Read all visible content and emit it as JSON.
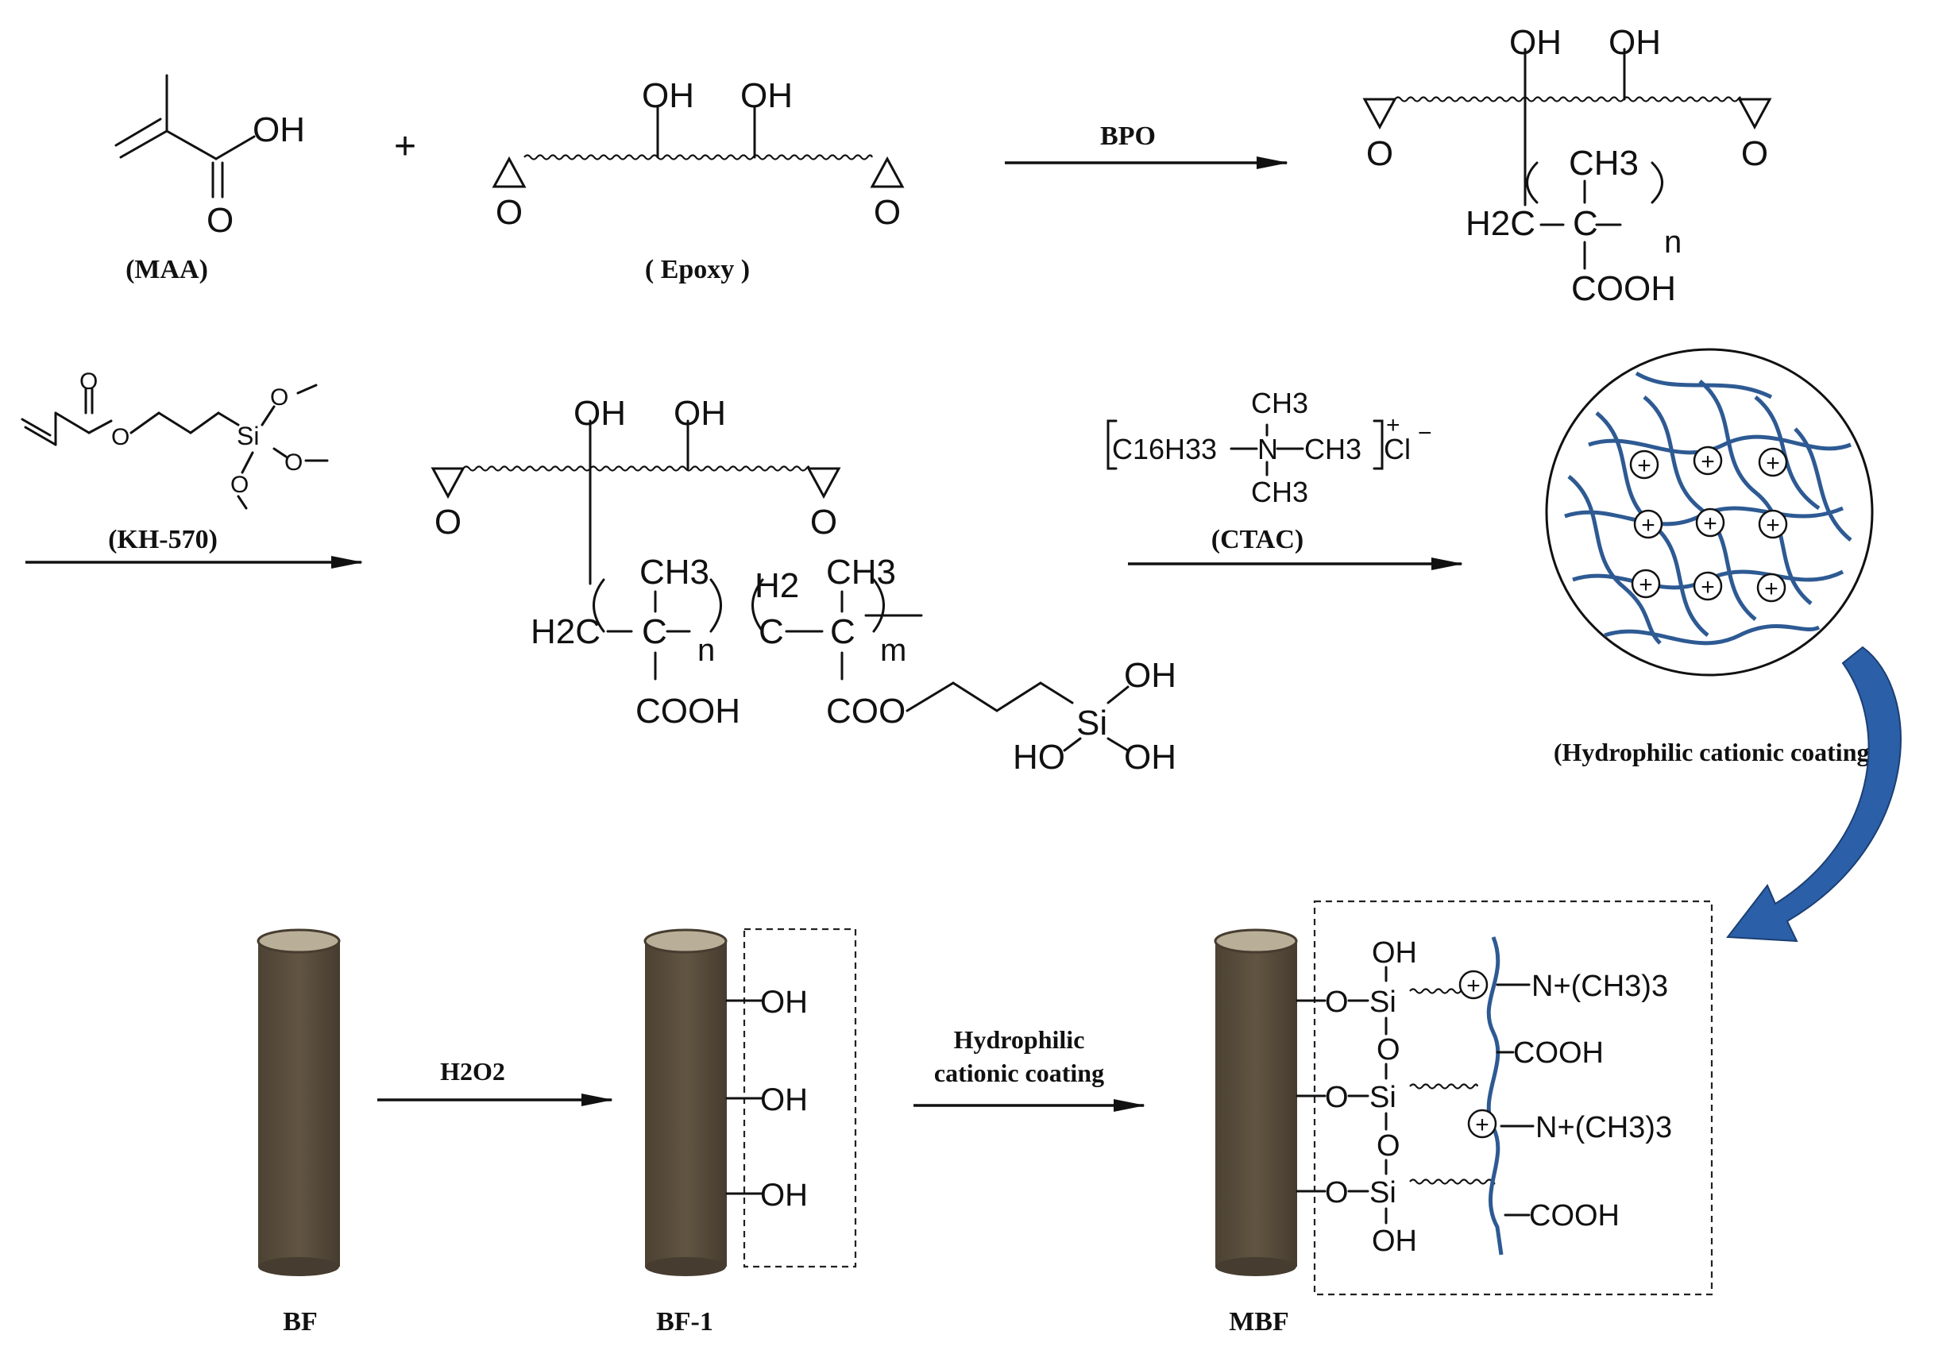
{
  "row1": {
    "maa": {
      "label": "(MAA)",
      "oh": "OH",
      "o": "O"
    },
    "plus": "+",
    "epoxy": {
      "label": "( Epoxy )",
      "oh1": "OH",
      "oh2": "OH",
      "o1": "O",
      "o2": "O"
    },
    "bpo_arrow": "BPO",
    "product1": {
      "oh1": "OH",
      "oh2": "OH",
      "o1": "O",
      "o2": "O",
      "ch3": "CH3",
      "h2c": "H2C",
      "c": "C",
      "n": "n",
      "cooh": "COOH"
    }
  },
  "row2": {
    "kh570": {
      "label": "(KH-570)",
      "o": "O",
      "si": "Si"
    },
    "product2": {
      "oh1": "OH",
      "oh2": "OH",
      "o1": "O",
      "o2": "O",
      "ch3_1": "CH3",
      "h2": "H2",
      "ch3_2": "CH3",
      "h2c": "H2C",
      "c": "C",
      "n": "n",
      "m": "m",
      "cooh": "COOH",
      "coo": "COO",
      "si": "Si",
      "oh_a": "OH",
      "oh_b": "OH",
      "oh_c": "HO"
    },
    "ctac": {
      "label": "(CTAC)",
      "formula_left": "C16H33",
      "n": "N",
      "ch3_r": "CH3",
      "ch3_t": "CH3",
      "ch3_b": "CH3",
      "cl": "Cl"
    },
    "coating_label": "(Hydrophilic cationic coating)"
  },
  "row3": {
    "bf": "BF",
    "h2o2": "H2O2",
    "bf1": "BF-1",
    "bf1_oh": [
      "OH",
      "OH",
      "OH"
    ],
    "arrow2_line1": "Hydrophilic",
    "arrow2_line2": "cationic coating",
    "mbf": "MBF",
    "mbf_detail": {
      "oh_top": "OH",
      "oh_bottom": "OH",
      "si": [
        "Si",
        "Si",
        "Si"
      ],
      "o_link": [
        "O",
        "O"
      ],
      "o_left": [
        "O",
        "O",
        "O"
      ],
      "nme3_1": "N+(CH3)3",
      "cooh_1": "COOH",
      "nme3_2": "N+(CH3)3",
      "cooh_2": "COOH"
    }
  },
  "colors": {
    "fiber_body": "#5a4f3e",
    "fiber_top": "#b9ae97",
    "network": "#2e5a93",
    "curved_arrow": "#2b5fa8"
  }
}
